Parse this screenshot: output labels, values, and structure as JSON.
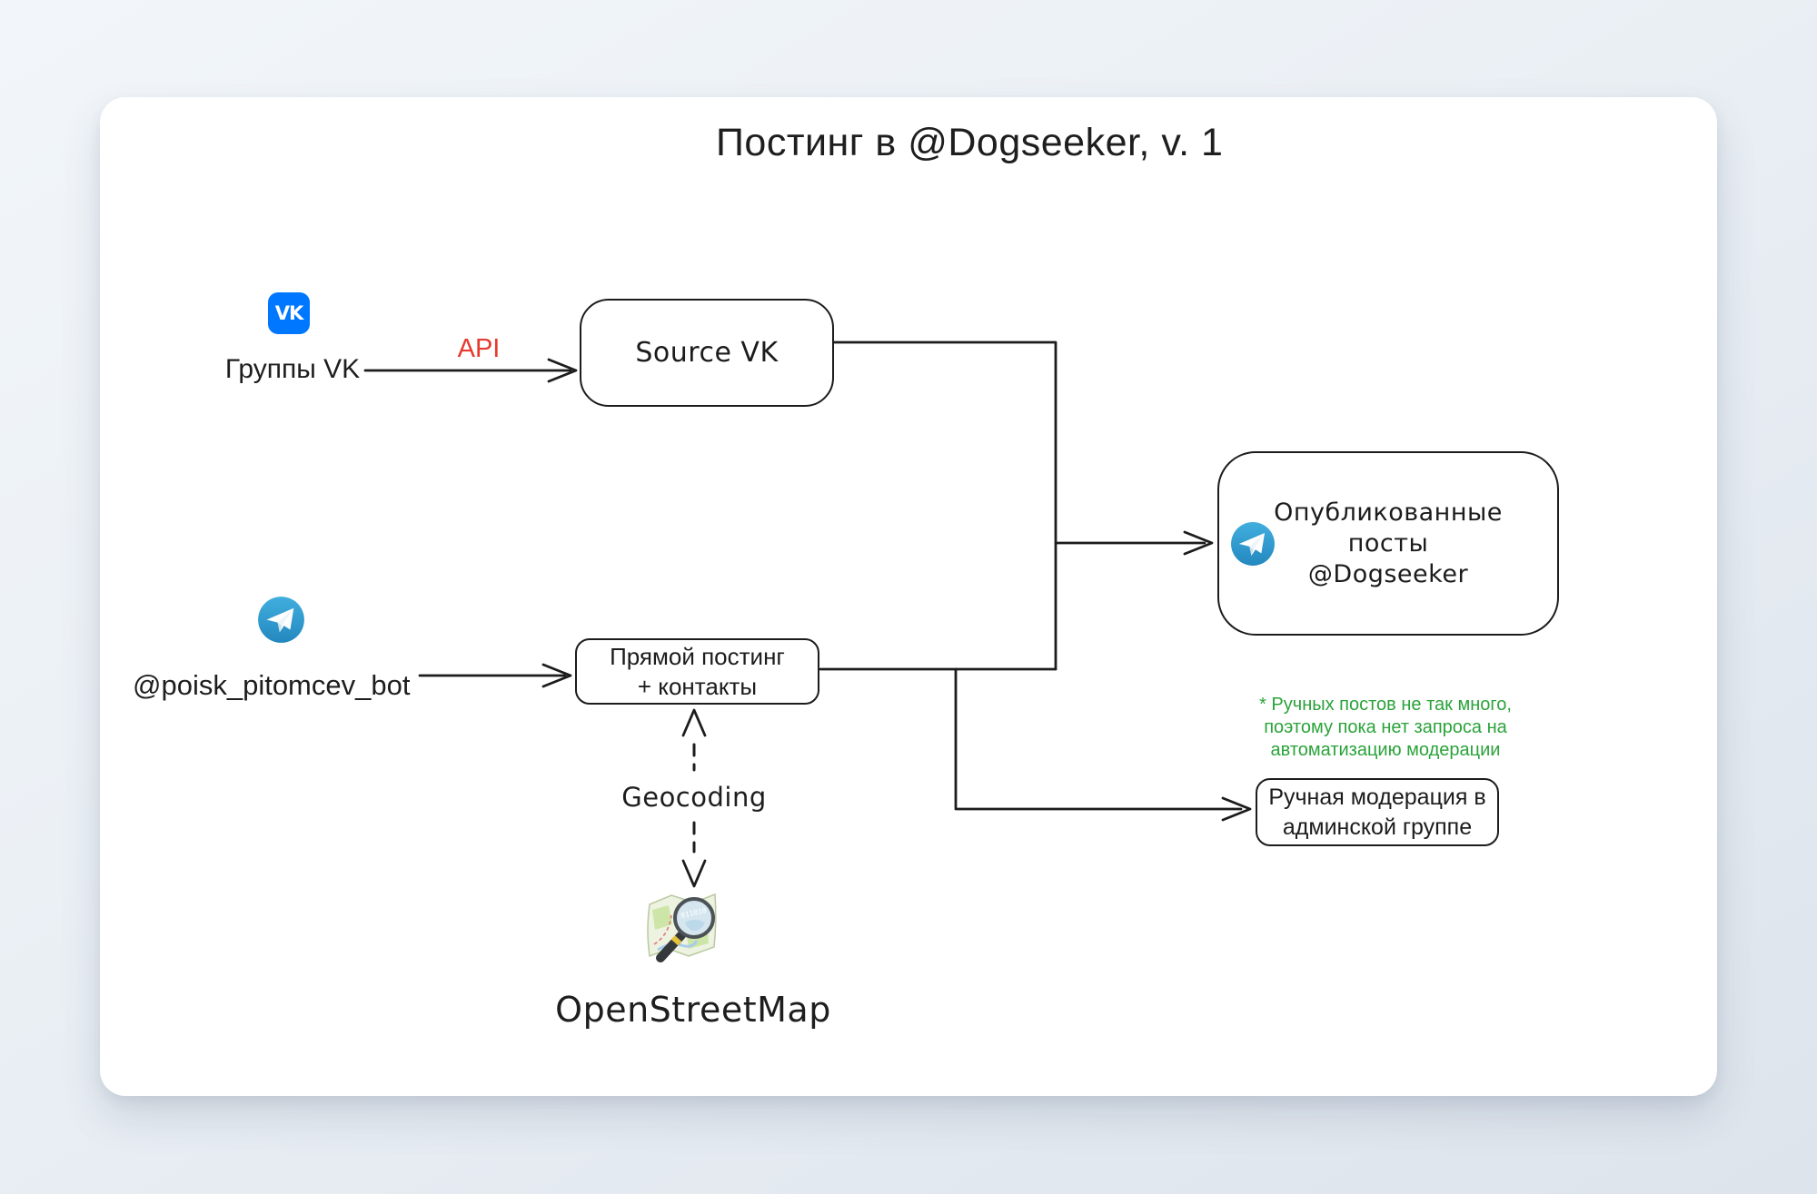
{
  "title": "Постинг в @Dogseeker, v. 1",
  "colors": {
    "api-red": "#e63a2e",
    "note-green": "#2aa33a",
    "vk-blue": "#0077ff",
    "telegram-blue": "#38a4d8",
    "ink": "#1c1c1c"
  },
  "nodes": {
    "vk_groups": {
      "icon": "vk-icon",
      "label": "Группы VK"
    },
    "source_vk": {
      "label": "Source VK"
    },
    "telegram_bot": {
      "icon": "telegram-icon",
      "label": "@poisk_pitomcev_bot"
    },
    "direct_posting": {
      "line1": "Прямой постинг",
      "line2": "+ контакты"
    },
    "published_posts": {
      "icon": "telegram-icon",
      "line1": "Опубликованные",
      "line2": "посты",
      "line3": "@Dogseeker"
    },
    "manual_moderation": {
      "line1": "Ручная модерация в",
      "line2": "админской группе"
    },
    "openstreetmap": {
      "icon": "openstreetmap-icon",
      "label": "OpenStreetMap"
    }
  },
  "edges": {
    "api_label": "API",
    "geocoding_label": "Geocoding"
  },
  "note": {
    "line1": "* Ручных постов не так много,",
    "line2": "поэтому пока нет запроса на",
    "line3": "автоматизацию модерации"
  }
}
